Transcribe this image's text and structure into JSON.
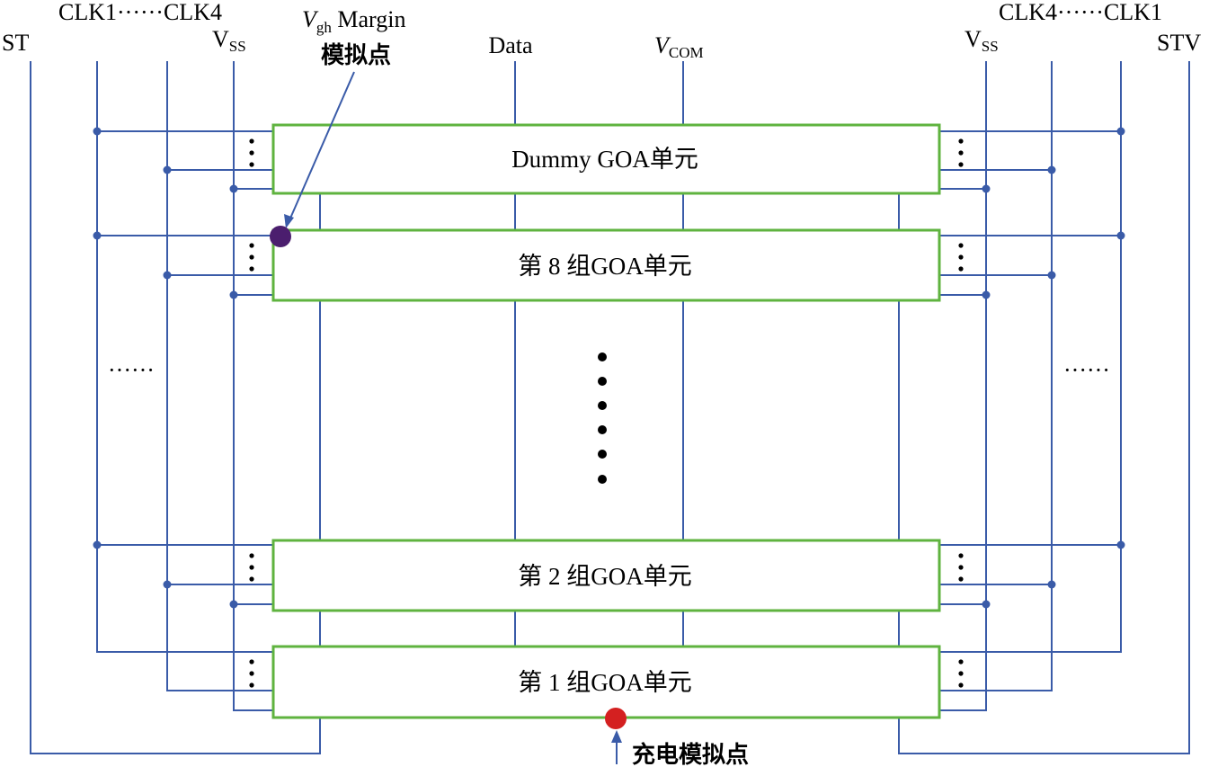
{
  "labels": {
    "stv_left": "ST",
    "clk_left": "CLK1······CLK4",
    "vss_left_main": "V",
    "vss_left_sub": "SS",
    "vgh_main": "V",
    "vgh_sub": "gh",
    "vgh_suffix": " Margin",
    "vgh_cn": "模拟点",
    "data": "Data",
    "vcom_main": "V",
    "vcom_sub": "COM",
    "clk_right": "CLK4······CLK1",
    "vss_right_main": "V",
    "vss_right_sub": "SS",
    "stv_right": "STV",
    "ellipsis_left": "······",
    "ellipsis_right": "······",
    "charge_point": "充电模拟点"
  },
  "units": {
    "dummy": "Dummy GOA单元",
    "group8": "第 8 组GOA单元",
    "group2": "第 2 组GOA单元",
    "group1": "第 1 组GOA单元"
  },
  "colors": {
    "wire": "#3a5ba8",
    "box_border": "#5fb33f",
    "vgh_marker": "#4b1e6e",
    "charge_marker": "#d42020"
  }
}
